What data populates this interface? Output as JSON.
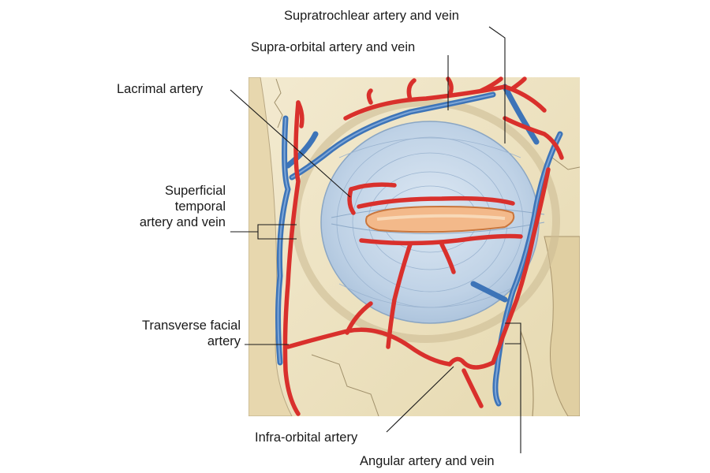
{
  "labels": {
    "supratrochlear": "Supratrochlear artery and vein",
    "supraorbital": "Supra-orbital artery and vein",
    "lacrimal": "Lacrimal artery",
    "superficial_temporal": [
      "Superficial",
      "temporal",
      "artery and vein"
    ],
    "transverse_facial": [
      "Transverse facial",
      "artery"
    ],
    "infraorbital": "Infra-orbital artery",
    "angular": "Angular artery and vein"
  },
  "colors": {
    "artery": "#d9302c",
    "vein": "#3d74b8",
    "bone": "#eee4c3",
    "orbicularis": "#bcd0e3",
    "eyelid_margin": "#f3b98a"
  }
}
